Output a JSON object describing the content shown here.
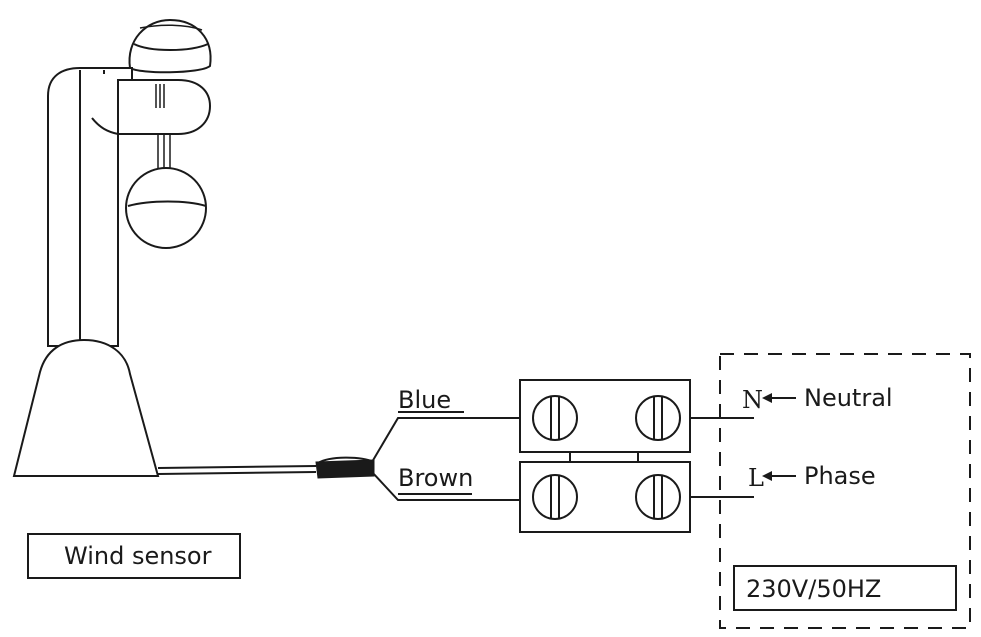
{
  "wires": {
    "blue_label": "Blue",
    "brown_label": "Brown"
  },
  "supply": {
    "neutral_letter": "N",
    "neutral_label": "Neutral",
    "phase_letter": "L",
    "phase_label": "Phase",
    "voltage_label": "230V/50HZ"
  },
  "sensor": {
    "caption": "Wind sensor"
  },
  "colors": {
    "line": "#1a1a1a",
    "background": "#ffffff"
  }
}
